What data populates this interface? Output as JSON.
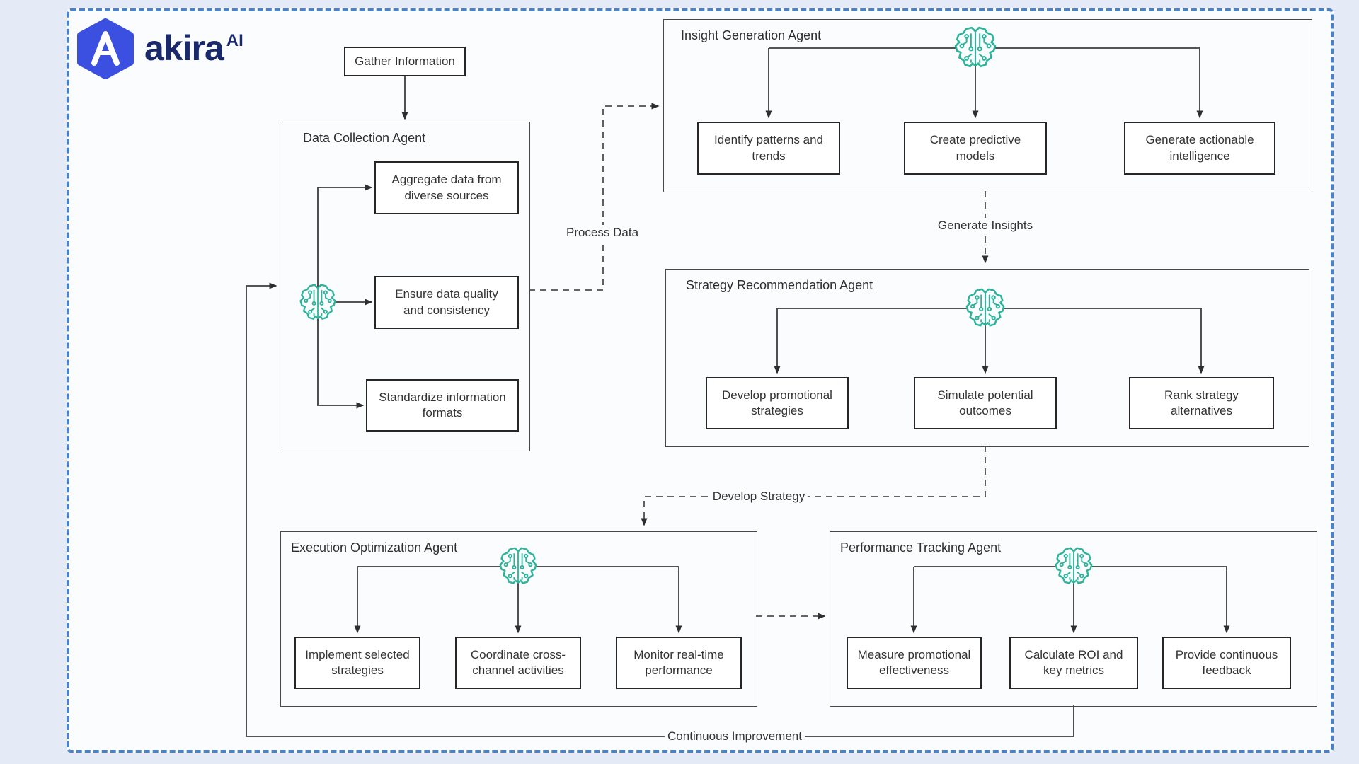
{
  "brand": {
    "name": "akira",
    "superscript": "AI"
  },
  "diagram": {
    "start_node": "Gather Information",
    "agents": [
      {
        "title": "Data Collection Agent",
        "tasks": [
          "Aggregate data from diverse sources",
          "Ensure data quality and consistency",
          "Standardize information formats"
        ]
      },
      {
        "title": "Insight Generation Agent",
        "tasks": [
          "Identify patterns and trends",
          "Create predictive models",
          "Generate actionable intelligence"
        ]
      },
      {
        "title": "Strategy Recommendation Agent",
        "tasks": [
          "Develop promotional strategies",
          "Simulate potential outcomes",
          "Rank strategy alternatives"
        ]
      },
      {
        "title": "Execution Optimization Agent",
        "tasks": [
          "Implement selected strategies",
          "Coordinate cross-channel activities",
          "Monitor real-time performance"
        ]
      },
      {
        "title": "Performance Tracking Agent",
        "tasks": [
          "Measure promotional effectiveness",
          "Calculate ROI and key metrics",
          "Provide continuous feedback"
        ]
      }
    ],
    "edge_labels": {
      "process_data": "Process Data",
      "generate_insights": "Generate Insights",
      "develop_strategy": "Develop Strategy",
      "continuous_improvement": "Continuous Improvement"
    }
  },
  "icons": {
    "agent": "circuit-brain-icon",
    "logo": "hexagon-a-logo"
  },
  "colors": {
    "accent_teal": "#2eb49a",
    "frame_blue": "#4d82c2",
    "logo_blue": "#3b50e0",
    "logo_navy": "#19296b"
  }
}
